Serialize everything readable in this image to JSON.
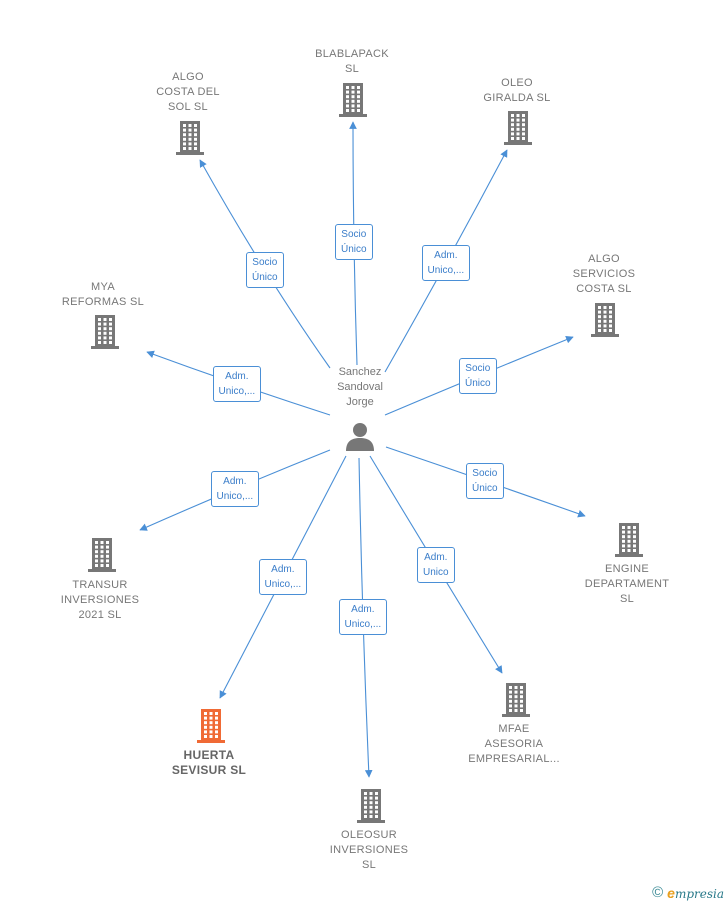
{
  "center": {
    "name": "Sanchez\nSandoval\nJorge"
  },
  "colors": {
    "edge": "#4a8fd6",
    "building": "#777777",
    "highlight": "#f06a35"
  },
  "nodes": [
    {
      "id": "blablapack",
      "label": "BLABLAPACK\nSL",
      "highlight": false
    },
    {
      "id": "algo-costa-del-sol",
      "label": "ALGO\nCOSTA DEL\nSOL  SL",
      "highlight": false
    },
    {
      "id": "oleo-giralda",
      "label": "OLEO\nGIRALDA  SL",
      "highlight": false
    },
    {
      "id": "algo-servicios-costa",
      "label": "ALGO\nSERVICIOS\nCOSTA  SL",
      "highlight": false
    },
    {
      "id": "mya-reformas",
      "label": "MYA\nREFORMAS  SL",
      "highlight": false
    },
    {
      "id": "engine-departament",
      "label": "ENGINE\nDEPARTAMENT\nSL",
      "highlight": false
    },
    {
      "id": "transur-inversiones",
      "label": "TRANSUR\nINVERSIONES\n2021  SL",
      "highlight": false
    },
    {
      "id": "mfae-asesoria",
      "label": "MFAE\nASESORIA\nEMPRESARIAL...",
      "highlight": false
    },
    {
      "id": "huerta-sevisur",
      "label": "HUERTA\nSEVISUR  SL",
      "highlight": true
    },
    {
      "id": "oleosur-inversiones",
      "label": "OLEOSUR\nINVERSIONES\nSL",
      "highlight": false
    }
  ],
  "edges": [
    {
      "to": "blablapack",
      "label": "Socio\nÚnico"
    },
    {
      "to": "algo-costa-del-sol",
      "label": "Socio\nÚnico"
    },
    {
      "to": "oleo-giralda",
      "label": "Adm.\nUnico,..."
    },
    {
      "to": "algo-servicios-costa",
      "label": "Socio\nÚnico"
    },
    {
      "to": "mya-reformas",
      "label": "Adm.\nUnico,..."
    },
    {
      "to": "engine-departament",
      "label": "Socio\nÚnico"
    },
    {
      "to": "transur-inversiones",
      "label": "Adm.\nUnico,..."
    },
    {
      "to": "mfae-asesoria",
      "label": "Adm.\nUnico"
    },
    {
      "to": "huerta-sevisur",
      "label": "Adm.\nUnico,..."
    },
    {
      "to": "oleosur-inversiones",
      "label": "Adm.\nUnico,..."
    }
  ],
  "footer": {
    "copyright": "©",
    "brand_initial": "e",
    "brand_rest": "mpresia"
  }
}
